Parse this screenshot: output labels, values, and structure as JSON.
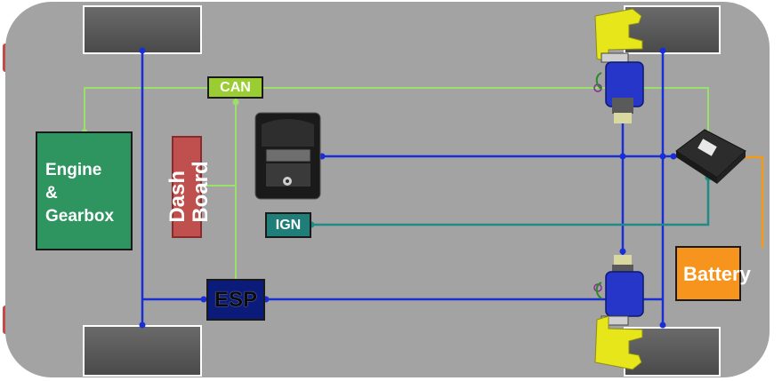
{
  "labels": {
    "can": "CAN",
    "engine_line1": "Engine",
    "engine_line2": "&",
    "engine_line3": "Gearbox",
    "dash_line1": "Dash",
    "dash_line2": "Board",
    "ign": "IGN",
    "esp": "ESP",
    "battery": "Battery"
  },
  "colors": {
    "chassis": "#a3a3a3",
    "wheel": "#555555",
    "bus_blue": "#1a2ed6",
    "can_green": "#9be06a",
    "ign_teal": "#1f8a86",
    "battery_wire": "#f29a1a",
    "engine_box": "#2e9460",
    "dash_box": "#c0504d",
    "can_box": "#9acd32",
    "ign_box": "#1f7e78",
    "esp_box": "#0b1b7a",
    "battery_box": "#f7941d",
    "caliper": "#e6e61a",
    "actuator": "#2536c8",
    "tail_light": "#c44a4a"
  },
  "icons": {
    "ignition_switch": "ignition-switch-icon",
    "ecu": "ecu-module-icon",
    "brake_actuator": "brake-actuator-icon"
  }
}
